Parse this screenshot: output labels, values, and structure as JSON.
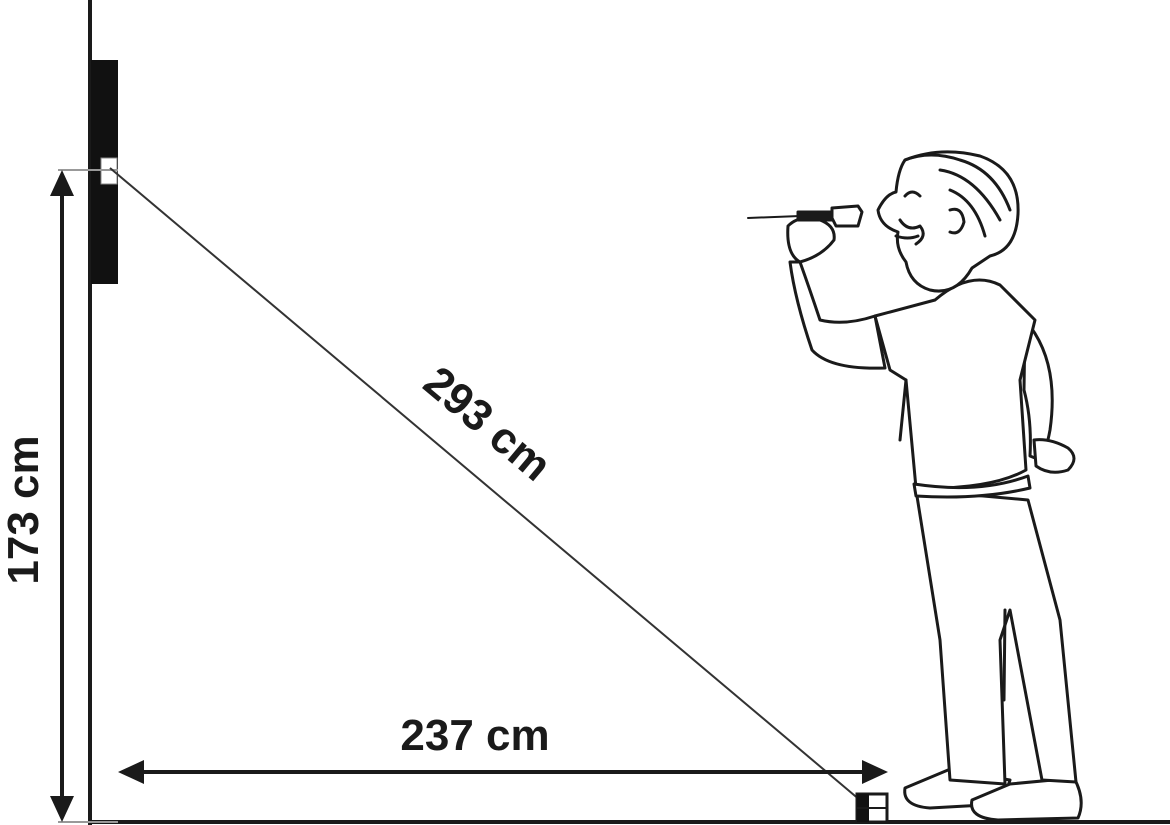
{
  "measurements": {
    "height_label": "173 cm",
    "distance_label": "237 cm",
    "diagonal_label": "293 cm"
  },
  "colors": {
    "line": "#1a1a1a",
    "board": "#111111",
    "thin_line": "#444444",
    "background": "#ffffff"
  }
}
